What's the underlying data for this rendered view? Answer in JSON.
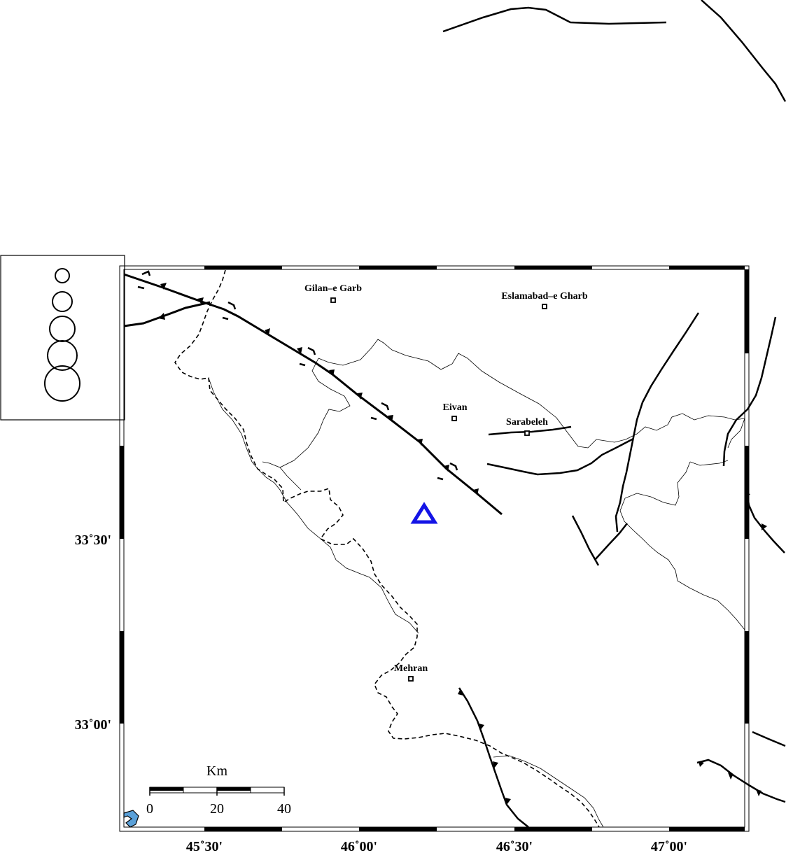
{
  "map": {
    "cities": [
      {
        "name": "Gilan–e Garb",
        "lon": 45.92,
        "lat": 34.14
      },
      {
        "name": "Eslamabad–e Gharb",
        "lon": 46.55,
        "lat": 34.12
      },
      {
        "name": "Eivan",
        "lon": 46.3,
        "lat": 33.82
      },
      {
        "name": "Sarabeleh",
        "lon": 46.52,
        "lat": 33.78
      },
      {
        "name": "Mehran",
        "lon": 46.16,
        "lat": 33.12
      }
    ],
    "station_symbol": {
      "type": "triangle",
      "color": "#1414e6",
      "lon": 46.19,
      "lat": 33.58
    },
    "lon_labels": [
      "45˚30'",
      "46˚00'",
      "46˚30'",
      "47˚00'"
    ],
    "lat_labels": [
      "33˚30'",
      "33˚00'"
    ],
    "scale_bar": {
      "title": "Km",
      "labels": [
        "0",
        "20",
        "40"
      ]
    },
    "legend": {
      "circle_count": 5
    },
    "colors": {
      "fault": "#000000",
      "border": "#000000",
      "river": "#000000",
      "station": "#1414e6",
      "water": "#5aa0d8"
    }
  }
}
